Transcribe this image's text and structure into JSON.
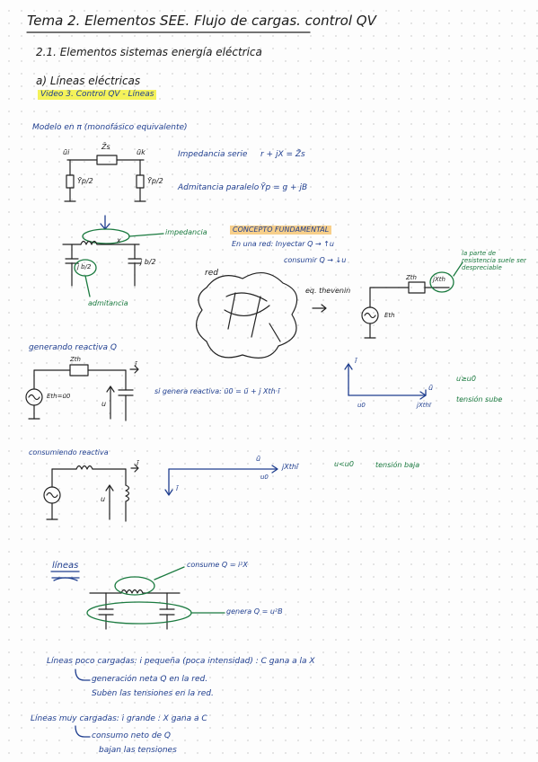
{
  "title": "Tema 2. Elementos SEE. Flujo de cargas. control QV",
  "section": "2.1. Elementos sistemas energía eléctrica",
  "subsection": "a) Líneas eléctricas",
  "video_note": "Video 3. Control QV - Líneas",
  "model": {
    "heading": "Modelo en π (monofásico equivalente)",
    "i_in": "ūi",
    "i_out": "ūk",
    "z_label": "Z̄s",
    "y_left": "Ȳp/2",
    "y_right": "Ȳp/2",
    "impedance_text": "Impedancia serie",
    "impedance_formula": "r + jX = Z̄s",
    "admittance_text": "Admitancia paralelo",
    "admittance_formula": "Ȳp = g + jB"
  },
  "fig2": {
    "impedancia": "impedancia",
    "x": "x",
    "jb": "j b/2",
    "jb2": "j b/2",
    "admitancia": "admitancia"
  },
  "concept": {
    "heading": "CONCEPTO FUNDAMENTAL",
    "line1": "En una red: Inyectar Q → ↑u",
    "line2": "consumir Q → ↓u"
  },
  "network": {
    "red": "red",
    "thevenin": "eq. thevenin",
    "zth": "Zth",
    "jxth": "jXth",
    "eth": "Eth",
    "note": "la parte de resistencia suele ser despreciable"
  },
  "gen": {
    "heading": "generando reactiva Q",
    "zth": "Zth",
    "eth": "Eth=ū0",
    "u": "u",
    "i": "ī",
    "formula": "si genera reactiva:  ū0 = ū + j Xth·ī",
    "phasor_i": "ī",
    "phasor_u": "ū",
    "phasor_u0": "u0",
    "phasor_jx": "jXthī",
    "cmp": "u≥u0",
    "result": "tensión sube"
  },
  "cons": {
    "heading": "consumiendo reactiva",
    "u": "u",
    "i": "ī",
    "phasor_u": "ū",
    "phasor_u0": "u0",
    "phasor_jx": "jXthī",
    "phasor_i": "ī",
    "cmp": "u<u0",
    "result": "tensión baja"
  },
  "lines": {
    "heading": "líneas",
    "consume": "consume Q = i²X",
    "genera": "genera Q = u²B"
  },
  "notes": {
    "low_load": "Líneas poco cargadas: i pequeña (poca intensidad) : C gana a la X",
    "low_load_1": "generación neta Q en la red.",
    "low_load_2": "Suben las tensiones en la red.",
    "high_load": "Líneas muy cargadas: i grande : X gana a C",
    "high_load_1": "consumo neto de Q",
    "high_load_2": "bajan las tensiones"
  }
}
